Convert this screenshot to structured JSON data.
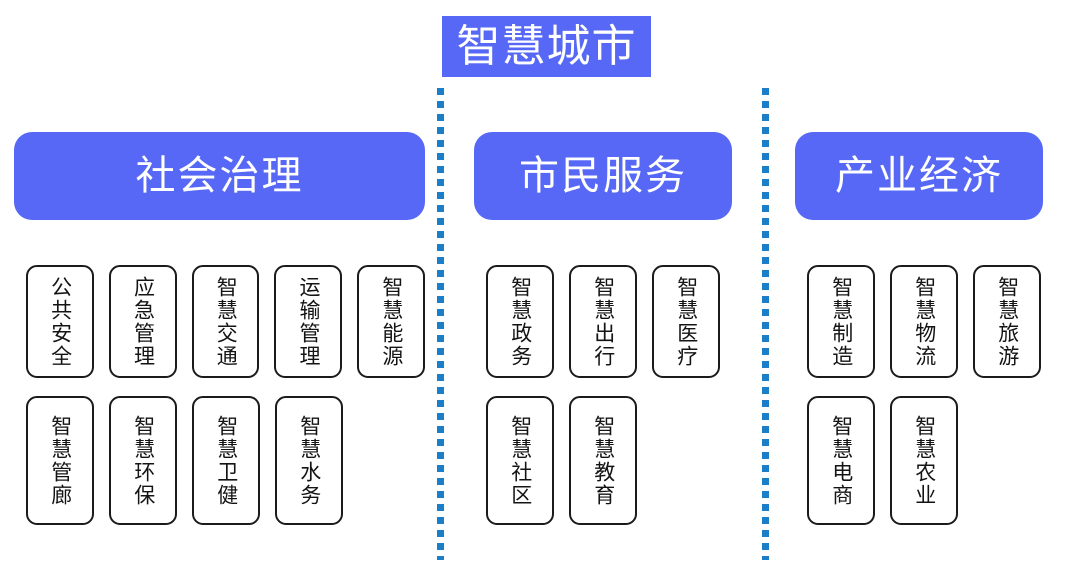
{
  "title": {
    "text": "智慧城市",
    "background_color": "#5668f5",
    "text_color": "#ffffff"
  },
  "divider": {
    "color": "#1a7ec8",
    "style": "dotted-vertical"
  },
  "theme": {
    "header_color": "#5668f5",
    "leaf_border_color": "#1b1b1b",
    "leaf_background_color": "#ffffff"
  },
  "columns": [
    {
      "header": "社会治理",
      "rows": [
        [
          {
            "label": "公共安全"
          },
          {
            "label": "应急管理"
          },
          {
            "label": "智慧交通"
          },
          {
            "label": "运输管理"
          },
          {
            "label": "智慧能源"
          }
        ],
        [
          {
            "label": "智慧管廊"
          },
          {
            "label": "智慧环保"
          },
          {
            "label": "智慧卫健"
          },
          {
            "label": "智慧水务"
          }
        ]
      ]
    },
    {
      "header": "市民服务",
      "rows": [
        [
          {
            "label": "智慧政务"
          },
          {
            "label": "智慧出行"
          },
          {
            "label": "智慧医疗"
          }
        ],
        [
          {
            "label": "智慧社区"
          },
          {
            "label": "智慧教育"
          }
        ]
      ]
    },
    {
      "header": "产业经济",
      "rows": [
        [
          {
            "label": "智慧制造"
          },
          {
            "label": "智慧物流"
          },
          {
            "label": "智慧旅游"
          }
        ],
        [
          {
            "label": "智慧电商"
          },
          {
            "label": "智慧农业"
          }
        ]
      ]
    }
  ]
}
